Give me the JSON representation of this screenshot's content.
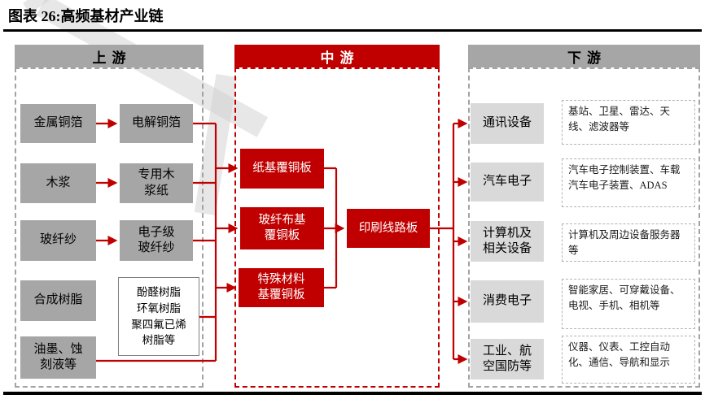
{
  "figure": {
    "title": "图表 26:高频基材产业链"
  },
  "colors": {
    "accent_red": "#c00000",
    "gray_header": "#a6a6a6",
    "upstream_box_gray": "#a6a6a6",
    "downstream_box_gray": "#d9d9d9"
  },
  "upstream": {
    "header": "上游",
    "rows": [
      {
        "source": "金属铜箔",
        "product": "电解铜箔"
      },
      {
        "source": "木浆",
        "product": "专用木\n浆纸"
      },
      {
        "source": "玻纤纱",
        "product": "电子级\n玻纤纱"
      },
      {
        "source": "合成树脂",
        "product": "酚醛树脂\n环氧树脂\n聚四氟已烯\n树脂等"
      },
      {
        "source": "油墨、蚀\n刻液等"
      }
    ]
  },
  "midstream": {
    "header": "中游",
    "boxes": [
      "纸基覆铜板",
      "玻纤布基\n覆铜板",
      "特殊材料\n基覆铜板"
    ],
    "output": "印刷线路板"
  },
  "downstream": {
    "header": "下游",
    "items": [
      {
        "label": "通讯设备",
        "desc": "基站、卫星、雷达、天线、滤波器等"
      },
      {
        "label": "汽车电子",
        "desc": "汽车电子控制装置、车载汽车电子装置、ADAS"
      },
      {
        "label": "计算机及\n相关设备",
        "desc": "计算机及周边设备服务器等"
      },
      {
        "label": "消费电子",
        "desc": "智能家居、可穿戴设备、电视、手机、相机等"
      },
      {
        "label": "工业、航\n空国防等",
        "desc": "仪器、仪表、工控自动化、通信、导航和显示"
      }
    ]
  }
}
